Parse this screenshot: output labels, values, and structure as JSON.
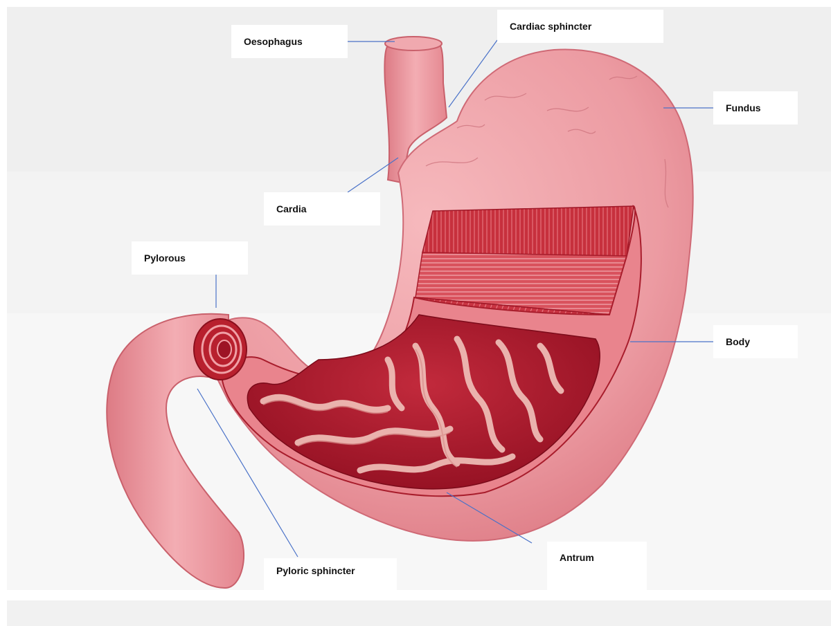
{
  "labels": {
    "oesophagus": "Oesophagus",
    "cardiac_sphincter": "Cardiac sphincter",
    "fundus": "Fundus",
    "cardia": "Cardia",
    "pylorous": "Pylorous",
    "body": "Body",
    "antrum": "Antrum",
    "pyloric_sphincter": "Pyloric sphincter"
  },
  "colors": {
    "outer_wall": "#ea9aa0",
    "outer_wall_dark": "#d96d78",
    "muscle": "#c8323e",
    "muscle_light": "#e06a74",
    "mucosa": "#a8132a",
    "rugae": "#f2c2bc",
    "leader_line": "#4a72c8"
  }
}
